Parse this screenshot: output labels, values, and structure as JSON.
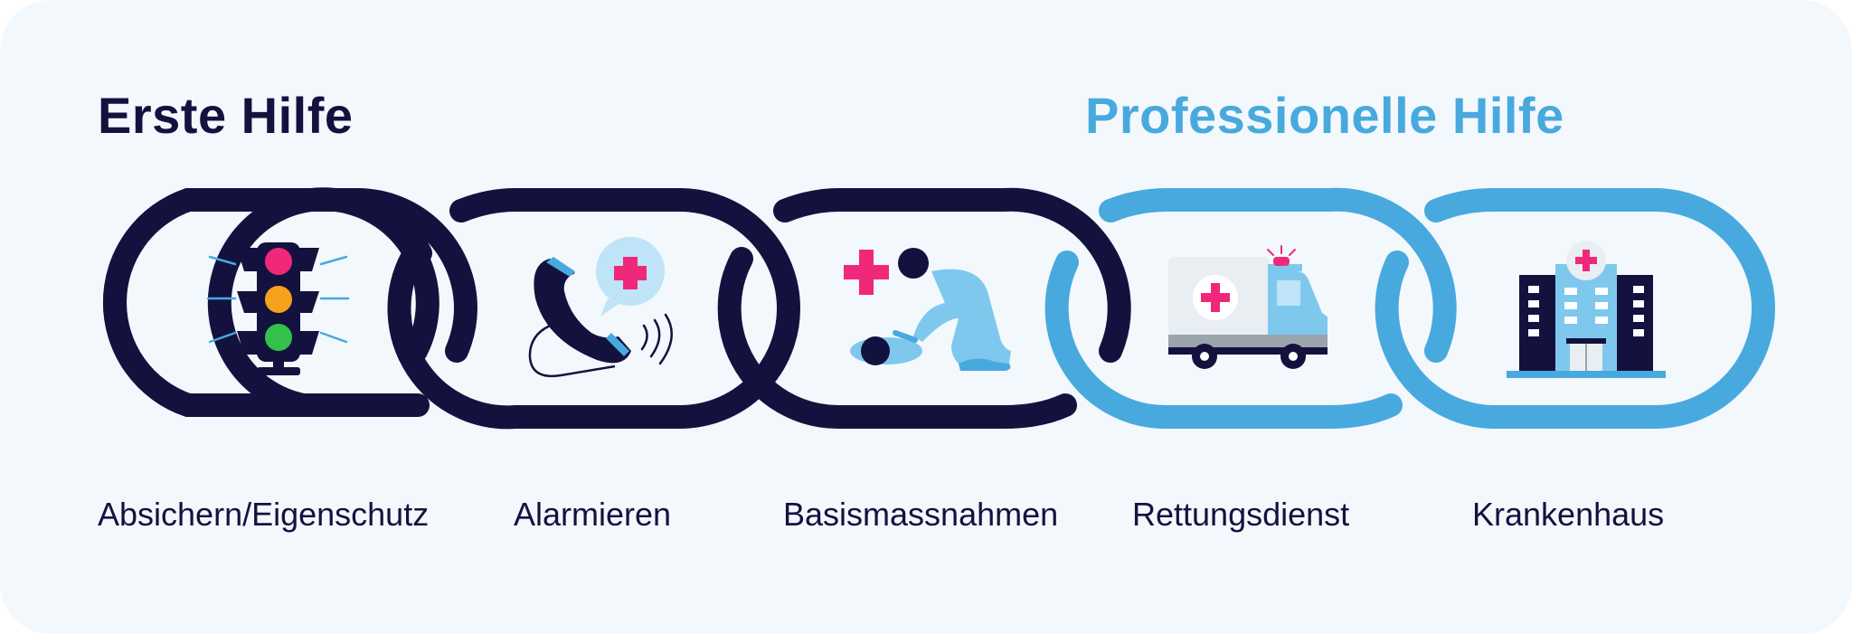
{
  "headings": {
    "first_aid": "Erste Hilfe",
    "professional_help": "Professionelle Hilfe"
  },
  "colors": {
    "navy": "#13123f",
    "blue": "#48a9de",
    "light_blue": "#7ec8ee",
    "pink": "#f0287a",
    "background": "#f3f8fc"
  },
  "steps": [
    {
      "label": "Absichern/Eigenschutz",
      "icon": "traffic-light-icon",
      "group": "first_aid"
    },
    {
      "label": "Alarmieren",
      "icon": "emergency-call-icon",
      "group": "first_aid"
    },
    {
      "label": "Basismassnahmen",
      "icon": "cpr-icon",
      "group": "first_aid"
    },
    {
      "label": "Rettungsdienst",
      "icon": "ambulance-icon",
      "group": "professional_help"
    },
    {
      "label": "Krankenhaus",
      "icon": "hospital-icon",
      "group": "professional_help"
    }
  ]
}
